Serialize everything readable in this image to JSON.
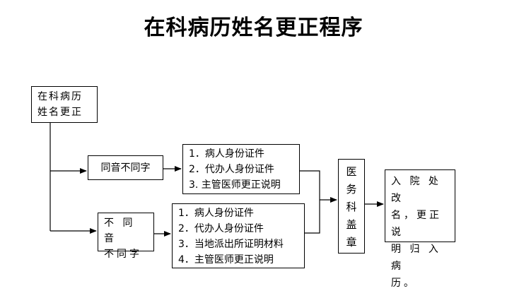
{
  "title": "在科病历姓名更正程序",
  "nodes": {
    "start": [
      "在科病历",
      "姓名更正"
    ],
    "same_sound": "同音不同字",
    "diff_sound": [
      "不 同 音",
      "不同字"
    ],
    "list_same": [
      "1．病人身份证件",
      "2．代办人身份证件",
      "3. 主管医师更正说明"
    ],
    "list_diff": [
      "1．病人身份证件",
      "2．代办人身份证件",
      "3．当地派出所证明材料",
      "4．主管医师更正说明"
    ],
    "stamp": [
      "医",
      "务",
      "科",
      "盖",
      "章"
    ],
    "final": [
      "入 院 处 改",
      "名，更正说",
      "明 归 入 病",
      "历。"
    ]
  }
}
